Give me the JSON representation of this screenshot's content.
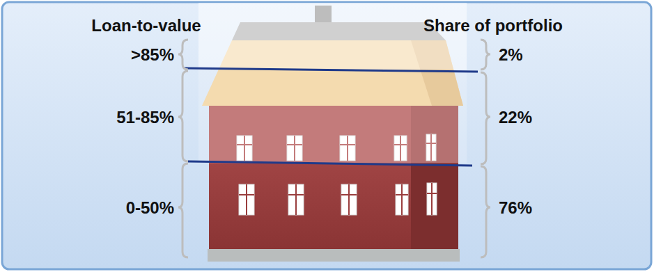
{
  "diagram": {
    "labels": [
      "Loan-to-value",
      ">85%",
      "51-85%",
      "0-50%",
      "Share of portfolio",
      "2%",
      "22%",
      "76%"
    ]
  }
}
